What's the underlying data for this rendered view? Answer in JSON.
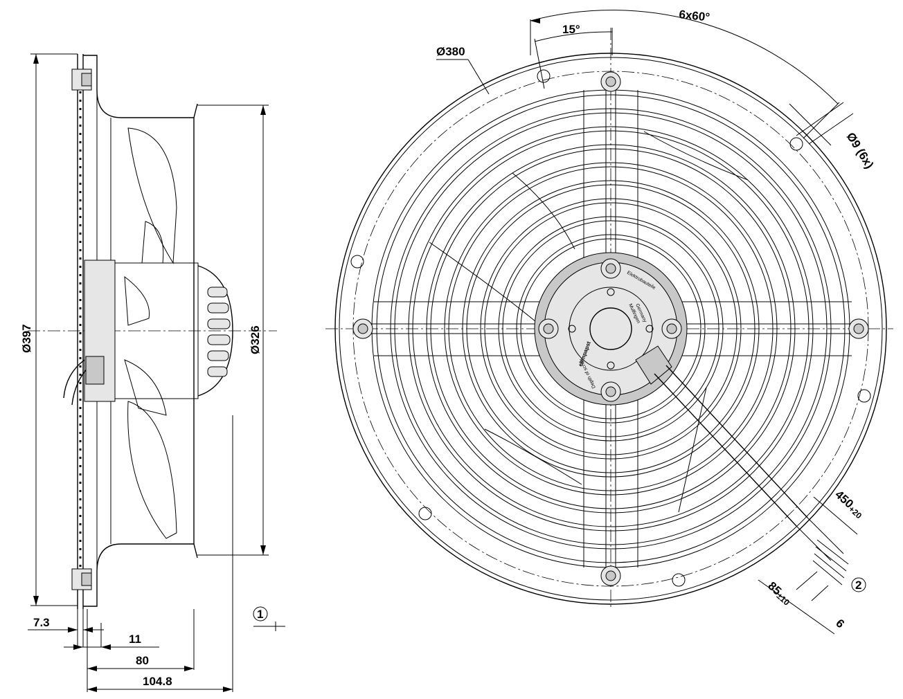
{
  "side_view": {
    "outer_diameter": "Ø397",
    "nozzle_diameter": "Ø326",
    "flange_thickness": "7.3",
    "flange_offset": "11",
    "depth_inner": "80",
    "depth_overall": "104.8",
    "note_marker": "1"
  },
  "front_view": {
    "bolt_circle_diameter": "Ø380",
    "hole_pattern": "6x60°",
    "hole_offset_angle": "15°",
    "hole_size": "Ø9 (6x)",
    "cable_length": "450",
    "cable_length_tolerance": "+20",
    "strip_length": "85",
    "strip_length_tolerance": "±10",
    "wire_end_length": "6",
    "note_marker": "2",
    "hub_label_line1": "Elektro­bauteile",
    "hub_label_line2": "Mulfingen",
    "hub_label_line3": "Germany",
    "hub_label_line4": "ebmpapst",
    "hub_label_line5": "Depth of screw"
  }
}
